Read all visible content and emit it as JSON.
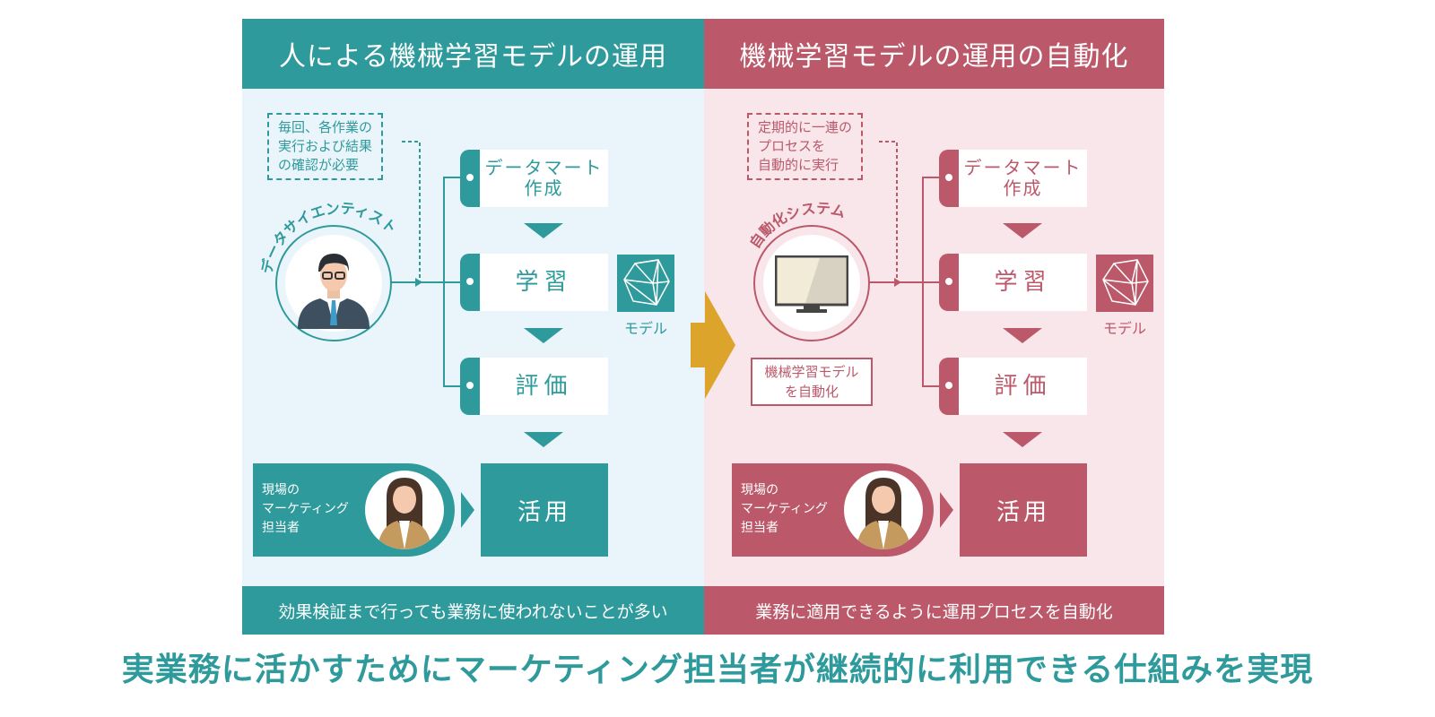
{
  "colors": {
    "teal": "#2e9a9b",
    "rose": "#bb596b",
    "left_bg": "#eaf5fb",
    "right_bg": "#f8e6ea",
    "arrow": "#dca42b"
  },
  "left": {
    "title": "人による機械学習モデルの運用",
    "note": "毎回、各作業の\n実行および結果\nの確認が必要",
    "actor_label": "データサイエンティスト",
    "steps": [
      {
        "label": "データマート\n作成",
        "icon": "dot-icon"
      },
      {
        "label": "学習",
        "icon": "dot-icon"
      },
      {
        "label": "評価",
        "icon": "dot-icon"
      }
    ],
    "model_label": "モデル",
    "user_label": "現場の\nマーケティング\n担当者",
    "use_label": "活用",
    "footer": "効果検証まで行っても業務に使われないことが多い"
  },
  "right": {
    "title": "機械学習モデルの運用の自動化",
    "note": "定期的に一連の\nプロセスを\n自動的に実行",
    "actor_label": "自動化システム",
    "automation_box": "機械学習モデル\nを自動化",
    "steps": [
      {
        "label": "データマート\n作成",
        "icon": "dot-icon"
      },
      {
        "label": "学習",
        "icon": "dot-icon"
      },
      {
        "label": "評価",
        "icon": "dot-icon"
      }
    ],
    "model_label": "モデル",
    "user_label": "現場の\nマーケティング\n担当者",
    "use_label": "活用",
    "footer": "業務に適用できるように運用プロセスを自動化"
  },
  "caption": "実業務に活かすためにマーケティング担当者が継続的に利用できる仕組みを実現"
}
